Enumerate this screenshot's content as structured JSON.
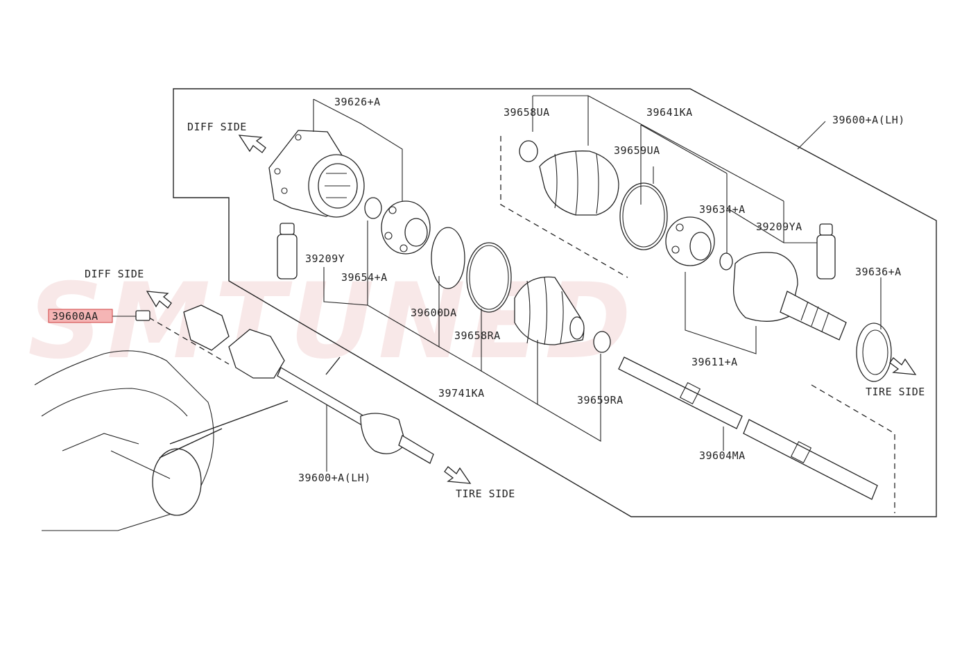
{
  "watermark": {
    "text": "SMTUNED",
    "color": "#e8b0b0"
  },
  "directions": {
    "diff_side_main": "DIFF SIDE",
    "diff_side_small": "DIFF SIDE",
    "tire_side_main": "TIRE SIDE",
    "tire_side_small": "TIRE SIDE"
  },
  "parts": {
    "p39626": "39626+A",
    "p39658ua": "39658UA",
    "p39641ka": "39641KA",
    "p39600lh_top": "39600+A(LH)",
    "p39659ua": "39659UA",
    "p39634": "39634+A",
    "p39209ya": "39209YA",
    "p39209y": "39209Y",
    "p39654": "39654+A",
    "p39636": "39636+A",
    "p39600da": "39600DA",
    "p39658ra": "39658RA",
    "p39611": "39611+A",
    "p39741ka": "39741KA",
    "p39659ra": "39659RA",
    "p39604ma": "39604MA",
    "p39600lh_bottom": "39600+A(LH)",
    "p39600aa": "39600AA"
  },
  "highlight": {
    "fill": "#f5b5b5",
    "stroke": "#d04040"
  }
}
